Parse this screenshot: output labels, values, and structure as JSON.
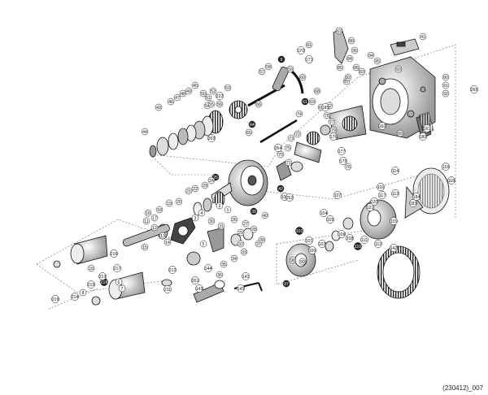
{
  "diagram": {
    "footer_code": "(230412)_007",
    "callouts": [
      {
        "id": "c41a",
        "text": "41",
        "dark": false
      },
      {
        "id": "c63a",
        "text": "63",
        "dark": false
      },
      {
        "id": "c80a",
        "text": "80",
        "dark": false
      },
      {
        "id": "c96a",
        "text": "96",
        "dark": false
      },
      {
        "id": "c81a",
        "text": "81",
        "dark": false
      },
      {
        "id": "c170",
        "text": "170",
        "dark": false
      },
      {
        "id": "c171",
        "text": "171",
        "dark": false
      },
      {
        "id": "c9a",
        "text": "9",
        "dark": true
      },
      {
        "id": "c58",
        "text": "58",
        "dark": false
      },
      {
        "id": "c57a",
        "text": "57",
        "dark": false
      },
      {
        "id": "c59",
        "text": "59",
        "dark": false
      },
      {
        "id": "c60",
        "text": "60",
        "dark": false
      },
      {
        "id": "c84",
        "text": "84",
        "dark": false
      },
      {
        "id": "c85",
        "text": "85",
        "dark": false
      },
      {
        "id": "c86",
        "text": "86",
        "dark": false
      },
      {
        "id": "c87",
        "text": "87",
        "dark": false
      },
      {
        "id": "c265",
        "text": "265",
        "dark": false
      },
      {
        "id": "c90",
        "text": "90",
        "dark": false
      },
      {
        "id": "c91",
        "text": "91",
        "dark": false
      },
      {
        "id": "c92",
        "text": "92",
        "dark": false
      },
      {
        "id": "c93",
        "text": "93",
        "dark": false
      },
      {
        "id": "c94",
        "text": "94",
        "dark": false
      },
      {
        "id": "c95",
        "text": "95",
        "dark": false
      },
      {
        "id": "c83",
        "text": "83",
        "dark": false
      },
      {
        "id": "c82",
        "text": "82",
        "dark": false
      },
      {
        "id": "c45a",
        "text": "45",
        "dark": false
      },
      {
        "id": "c46",
        "text": "46",
        "dark": false
      },
      {
        "id": "c47",
        "text": "47",
        "dark": false
      },
      {
        "id": "c48",
        "text": "48",
        "dark": false
      },
      {
        "id": "c49",
        "text": "49",
        "dark": false
      },
      {
        "id": "c50",
        "text": "50",
        "dark": false
      },
      {
        "id": "c51",
        "text": "51",
        "dark": false
      },
      {
        "id": "c52",
        "text": "52",
        "dark": false
      },
      {
        "id": "c53",
        "text": "53",
        "dark": false
      },
      {
        "id": "c54",
        "text": "54",
        "dark": false
      },
      {
        "id": "c55",
        "text": "55",
        "dark": false
      },
      {
        "id": "c56",
        "text": "56",
        "dark": false
      },
      {
        "id": "c43",
        "text": "43",
        "dark": false
      },
      {
        "id": "c44",
        "text": "44",
        "dark": false
      },
      {
        "id": "c222",
        "text": "222",
        "dark": false
      },
      {
        "id": "c263",
        "text": "263",
        "dark": false
      },
      {
        "id": "c64",
        "text": "64",
        "dark": true
      },
      {
        "id": "c65",
        "text": "65",
        "dark": false
      },
      {
        "id": "c66",
        "text": "66",
        "dark": false
      },
      {
        "id": "c67",
        "text": "67",
        "dark": false
      },
      {
        "id": "c68",
        "text": "68",
        "dark": false
      },
      {
        "id": "c69",
        "text": "69",
        "dark": false
      },
      {
        "id": "c70",
        "text": "70",
        "dark": false
      },
      {
        "id": "c71",
        "text": "71",
        "dark": false
      },
      {
        "id": "c72",
        "text": "72",
        "dark": false
      },
      {
        "id": "c73",
        "text": "73",
        "dark": false
      },
      {
        "id": "c74",
        "text": "74",
        "dark": false
      },
      {
        "id": "c75",
        "text": "75",
        "dark": false
      },
      {
        "id": "c76",
        "text": "76",
        "dark": false
      },
      {
        "id": "c77",
        "text": "77",
        "dark": false
      },
      {
        "id": "c78",
        "text": "78",
        "dark": false
      },
      {
        "id": "c79",
        "text": "79",
        "dark": false
      },
      {
        "id": "c61",
        "text": "61",
        "dark": true
      },
      {
        "id": "c62",
        "text": "62",
        "dark": false
      },
      {
        "id": "c160",
        "text": "160",
        "dark": false
      },
      {
        "id": "c161",
        "text": "161",
        "dark": false
      },
      {
        "id": "c175",
        "text": "175",
        "dark": false
      },
      {
        "id": "c176",
        "text": "176",
        "dark": false
      },
      {
        "id": "c177",
        "text": "177",
        "dark": false
      },
      {
        "id": "c180",
        "text": "180",
        "dark": false
      },
      {
        "id": "c185",
        "text": "185",
        "dark": false
      },
      {
        "id": "c264",
        "text": "264",
        "dark": false
      },
      {
        "id": "c25a",
        "text": "25",
        "dark": true
      },
      {
        "id": "c42",
        "text": "42",
        "dark": true
      },
      {
        "id": "c106",
        "text": "106",
        "dark": false
      },
      {
        "id": "c262",
        "text": "262",
        "dark": false
      },
      {
        "id": "c39",
        "text": "39",
        "dark": true
      },
      {
        "id": "c1a",
        "text": "1",
        "dark": false
      },
      {
        "id": "c2a",
        "text": "2",
        "dark": false
      },
      {
        "id": "c16",
        "text": "16",
        "dark": false
      },
      {
        "id": "c17",
        "text": "17",
        "dark": false
      },
      {
        "id": "c18",
        "text": "18",
        "dark": false
      },
      {
        "id": "c19",
        "text": "19",
        "dark": false
      },
      {
        "id": "c20",
        "text": "20",
        "dark": false
      },
      {
        "id": "c21",
        "text": "21",
        "dark": false
      },
      {
        "id": "c22",
        "text": "22",
        "dark": false
      },
      {
        "id": "c23",
        "text": "23",
        "dark": false
      },
      {
        "id": "c24",
        "text": "24",
        "dark": false
      },
      {
        "id": "c26",
        "text": "26",
        "dark": false
      },
      {
        "id": "c27",
        "text": "27",
        "dark": false
      },
      {
        "id": "c28",
        "text": "28",
        "dark": false
      },
      {
        "id": "c29",
        "text": "29",
        "dark": false
      },
      {
        "id": "c30",
        "text": "30",
        "dark": false
      },
      {
        "id": "c31",
        "text": "31",
        "dark": false
      },
      {
        "id": "c32",
        "text": "32",
        "dark": false
      },
      {
        "id": "c33",
        "text": "33",
        "dark": false
      },
      {
        "id": "c34",
        "text": "34",
        "dark": false
      },
      {
        "id": "c35",
        "text": "35",
        "dark": false
      },
      {
        "id": "c36",
        "text": "36",
        "dark": false
      },
      {
        "id": "c37",
        "text": "37",
        "dark": false
      },
      {
        "id": "c38",
        "text": "38",
        "dark": false
      },
      {
        "id": "c40",
        "text": "40",
        "dark": false
      },
      {
        "id": "c11",
        "text": "11",
        "dark": false
      },
      {
        "id": "c12",
        "text": "12",
        "dark": false
      },
      {
        "id": "c13",
        "text": "13",
        "dark": false
      },
      {
        "id": "c14",
        "text": "14",
        "dark": false
      },
      {
        "id": "c15",
        "text": "15",
        "dark": false
      },
      {
        "id": "c5",
        "text": "5",
        "dark": false
      },
      {
        "id": "c216",
        "text": "216",
        "dark": false
      },
      {
        "id": "c217",
        "text": "217",
        "dark": false
      },
      {
        "id": "c218",
        "text": "218",
        "dark": true
      },
      {
        "id": "c215",
        "text": "215",
        "dark": false
      },
      {
        "id": "c214",
        "text": "214",
        "dark": false
      },
      {
        "id": "c213",
        "text": "213",
        "dark": false
      },
      {
        "id": "c212",
        "text": "212",
        "dark": false
      },
      {
        "id": "c211",
        "text": "211",
        "dark": false
      },
      {
        "id": "c219",
        "text": "219",
        "dark": false
      },
      {
        "id": "c10",
        "text": "10",
        "dark": false
      },
      {
        "id": "c6",
        "text": "6",
        "dark": false
      },
      {
        "id": "c7",
        "text": "7",
        "dark": false
      },
      {
        "id": "c8",
        "text": "8",
        "dark": false
      },
      {
        "id": "c143",
        "text": "143",
        "dark": false
      },
      {
        "id": "c261",
        "text": "261",
        "dark": false
      },
      {
        "id": "c144",
        "text": "144",
        "dark": false
      },
      {
        "id": "c145",
        "text": "145",
        "dark": false
      },
      {
        "id": "c141",
        "text": "141",
        "dark": false
      },
      {
        "id": "c102",
        "text": "102",
        "dark": true
      },
      {
        "id": "c97",
        "text": "97",
        "dark": true
      },
      {
        "id": "c98",
        "text": "98",
        "dark": false
      },
      {
        "id": "c99",
        "text": "99",
        "dark": false
      },
      {
        "id": "c100",
        "text": "100",
        "dark": false
      },
      {
        "id": "c101",
        "text": "101",
        "dark": false
      },
      {
        "id": "c103",
        "text": "103",
        "dark": false
      },
      {
        "id": "c104",
        "text": "104",
        "dark": false
      },
      {
        "id": "c105",
        "text": "105",
        "dark": false
      },
      {
        "id": "c107",
        "text": "107",
        "dark": false
      },
      {
        "id": "c108",
        "text": "108",
        "dark": false
      },
      {
        "id": "c109",
        "text": "109",
        "dark": false
      },
      {
        "id": "c110",
        "text": "110",
        "dark": true
      },
      {
        "id": "c111",
        "text": "111",
        "dark": false
      },
      {
        "id": "c112",
        "text": "112",
        "dark": false
      },
      {
        "id": "c113",
        "text": "113",
        "dark": false
      },
      {
        "id": "c114",
        "text": "114",
        "dark": false
      },
      {
        "id": "c115",
        "text": "115",
        "dark": false
      },
      {
        "id": "c116",
        "text": "116",
        "dark": false
      },
      {
        "id": "c117",
        "text": "117",
        "dark": false
      },
      {
        "id": "c118",
        "text": "118",
        "dark": false
      },
      {
        "id": "c119",
        "text": "119",
        "dark": false
      },
      {
        "id": "c120",
        "text": "120",
        "dark": false
      },
      {
        "id": "c121",
        "text": "121",
        "dark": false
      },
      {
        "id": "c142",
        "text": "142",
        "dark": false
      },
      {
        "id": "c183",
        "text": "183",
        "dark": false
      },
      {
        "id": "c184",
        "text": "184",
        "dark": false
      },
      {
        "id": "c3",
        "text": "3",
        "dark": false
      },
      {
        "id": "c4",
        "text": "4",
        "dark": false
      },
      {
        "id": "c89",
        "text": "89",
        "dark": false
      }
    ]
  },
  "colors": {
    "line": "#111111",
    "fill": "#ffffff",
    "shade": "#888888",
    "dark": "#222222",
    "dash": "#666666"
  }
}
